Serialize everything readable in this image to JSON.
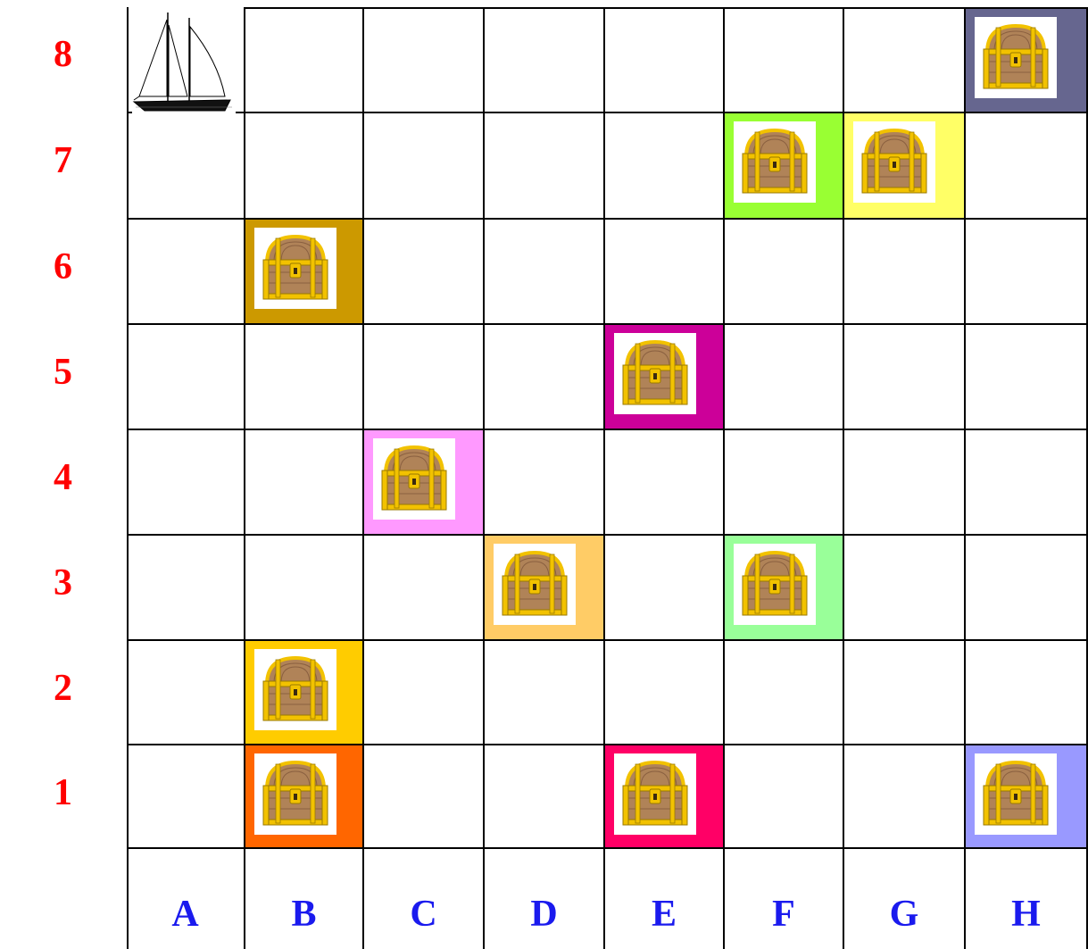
{
  "columns": [
    "A",
    "B",
    "C",
    "D",
    "E",
    "F",
    "G",
    "H"
  ],
  "rows": [
    "8",
    "7",
    "6",
    "5",
    "4",
    "3",
    "2",
    "1"
  ],
  "ship": {
    "cell": "A8",
    "icon": "sailboat-icon"
  },
  "chests": [
    {
      "cell": "H8",
      "color": "#66668f"
    },
    {
      "cell": "F7",
      "color": "#99ff33"
    },
    {
      "cell": "G7",
      "color": "#ffff66"
    },
    {
      "cell": "B6",
      "color": "#cc9900"
    },
    {
      "cell": "E5",
      "color": "#cc0099"
    },
    {
      "cell": "C4",
      "color": "#ff99ff"
    },
    {
      "cell": "D3",
      "color": "#ffcc66"
    },
    {
      "cell": "F3",
      "color": "#99ff99"
    },
    {
      "cell": "B2",
      "color": "#ffcc00"
    },
    {
      "cell": "B1",
      "color": "#ff6600"
    },
    {
      "cell": "E1",
      "color": "#ff0066"
    },
    {
      "cell": "H1",
      "color": "#9999ff"
    }
  ],
  "colors": {
    "row_label": "#ff0000",
    "column_label": "#1a1aee",
    "grid_line": "#000000"
  }
}
